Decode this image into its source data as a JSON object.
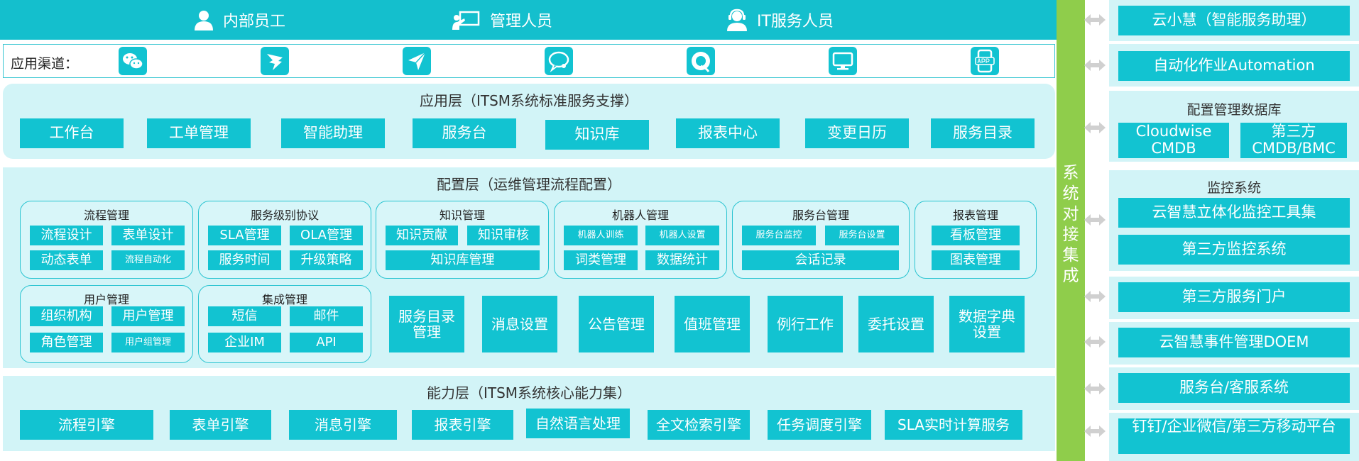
{
  "roles": [
    {
      "label": "内部员工",
      "icon": "person-icon"
    },
    {
      "label": "管理人员",
      "icon": "presentation-icon"
    },
    {
      "label": "IT服务人员",
      "icon": "support-agent-icon"
    }
  ],
  "channels": {
    "label": "应用渠道：",
    "icons": [
      "wechat-icon",
      "dingtalk-icon",
      "feishu-icon",
      "chat-bubble-icon",
      "qq-icon",
      "monitor-icon",
      "app-icon"
    ]
  },
  "app_layer": {
    "title": "应用层（ITSM系统标准服务支撑）",
    "items": [
      "工作台",
      "工单管理",
      "智能助理",
      "服务台",
      "知识库",
      "报表中心",
      "变更日历",
      "服务目录"
    ]
  },
  "config_layer": {
    "title": "配置层（运维管理流程配置）",
    "groups": {
      "process": {
        "title": "流程管理",
        "items": [
          "流程设计",
          "表单设计",
          "动态表单",
          "流程自动化"
        ]
      },
      "sla": {
        "title": "服务级别协议",
        "items": [
          "SLA管理",
          "OLA管理",
          "服务时间",
          "升级策略"
        ]
      },
      "knowledge": {
        "title": "知识管理",
        "items": [
          "知识贡献",
          "知识审核",
          "知识库管理"
        ]
      },
      "robot": {
        "title": "机器人管理",
        "items": [
          "机器人训练",
          "机器人设置",
          "词类管理",
          "数据统计"
        ]
      },
      "desk": {
        "title": "服务台管理",
        "items": [
          "服务台监控",
          "服务台设置",
          "会话记录"
        ]
      },
      "report": {
        "title": "报表管理",
        "items": [
          "看板管理",
          "图表管理"
        ]
      },
      "user": {
        "title": "用户管理",
        "items": [
          "组织机构",
          "用户管理",
          "角色管理",
          "用户组管理"
        ]
      },
      "integration": {
        "title": "集成管理",
        "items": [
          "短信",
          "邮件",
          "企业IM",
          "API"
        ]
      }
    },
    "singles": [
      "服务目录管理",
      "消息设置",
      "公告管理",
      "值班管理",
      "例行工作",
      "委托设置",
      "数据字典设置"
    ]
  },
  "capability_layer": {
    "title": "能力层（ITSM系统核心能力集）",
    "items": [
      "流程引擎",
      "表单引擎",
      "消息引擎",
      "报表引擎",
      "自然语言处理",
      "全文检索引擎",
      "任务调度引擎",
      "SLA实时计算服务"
    ]
  },
  "integration_bar": {
    "label": "系统对接集成"
  },
  "right_panel": {
    "xiaohui": "云小慧（智能服务助理）",
    "automation": "自动化作业Automation",
    "cmdb": {
      "title": "配置管理数据库",
      "items": [
        "Cloudwise CMDB",
        "第三方 CMDB/BMC"
      ]
    },
    "monitor": {
      "title": "监控系统",
      "items": [
        "云智慧立体化监控工具集",
        "第三方监控系统"
      ]
    },
    "portal": "第三方服务门户",
    "doem": "云智慧事件管理DOEM",
    "service_desk": "服务台/客服系统",
    "mobile": "钉钉/企业微信/第三方移动平台"
  },
  "colors": {
    "teal": "#12c3d1",
    "panel": "#d2f4f7",
    "green": "#8fcd4b"
  }
}
